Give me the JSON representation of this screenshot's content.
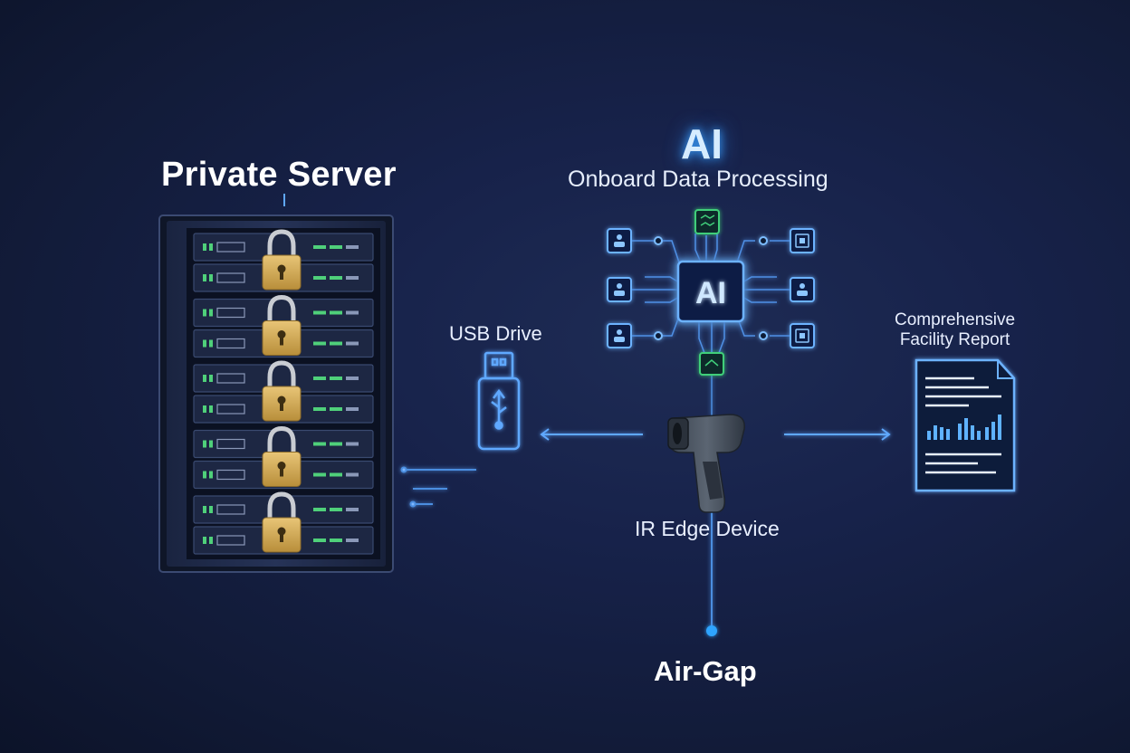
{
  "labels": {
    "private_server": "Private Server",
    "ai_title": "AI",
    "ai_subtitle": "Onboard Data Processing",
    "ai_chip": "AI",
    "usb_drive": "USB Drive",
    "report_line1": "Comprehensive",
    "report_line2": "Facility Report",
    "ir_device": "IR Edge Device",
    "air_gap": "Air-Gap"
  },
  "colors": {
    "background": "#141f3d",
    "glow": "#3aa0ff",
    "lock": "#d9b25a",
    "led": "#4fd07a"
  },
  "icons": {
    "server": "server-rack-icon",
    "lock": "padlock-icon",
    "usb": "usb-drive-icon",
    "chip": "ai-chip-icon",
    "scanner": "ir-scanner-icon",
    "report": "document-chart-icon"
  }
}
